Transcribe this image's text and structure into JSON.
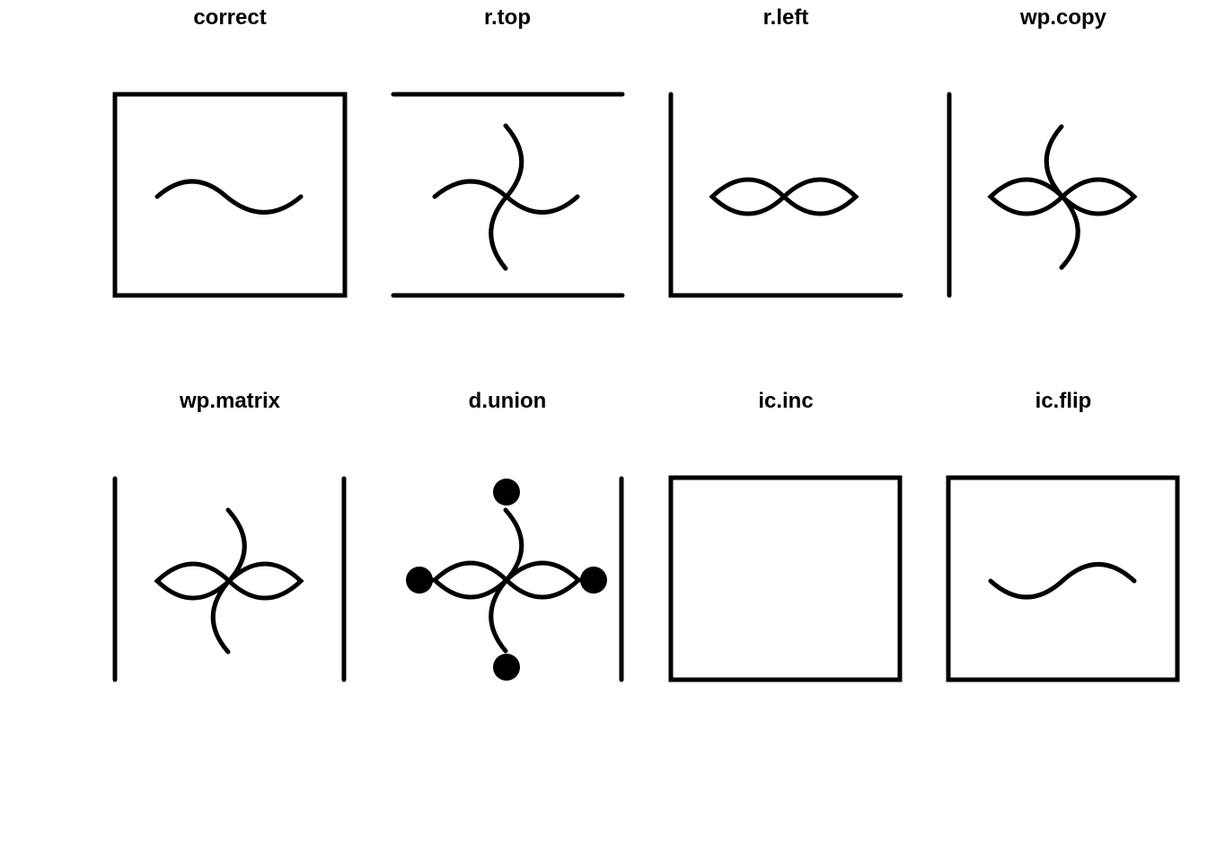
{
  "panels": [
    {
      "label": "correct",
      "frame": "box",
      "shapes": [
        "s-curve"
      ]
    },
    {
      "label": "r.top",
      "frame": "top-bottom",
      "shapes": [
        "s-curve",
        "s-curve-vertical"
      ]
    },
    {
      "label": "r.left",
      "frame": "left-bottom",
      "shapes": [
        "lens-pair"
      ]
    },
    {
      "label": "wp.copy",
      "frame": "left",
      "shapes": [
        "lens-pair",
        "s-curve-vertical"
      ]
    },
    {
      "label": "wp.matrix",
      "frame": "left-right",
      "shapes": [
        "lens-pair",
        "s-curve-vertical"
      ]
    },
    {
      "label": "d.union",
      "frame": "right",
      "shapes": [
        "lens-pair",
        "s-curve-vertical",
        "dots"
      ]
    },
    {
      "label": "ic.inc",
      "frame": "box",
      "shapes": []
    },
    {
      "label": "ic.flip",
      "frame": "box",
      "shapes": [
        "s-curve-flipped"
      ]
    }
  ],
  "colors": {
    "stroke": "#000000",
    "background": "#ffffff"
  }
}
